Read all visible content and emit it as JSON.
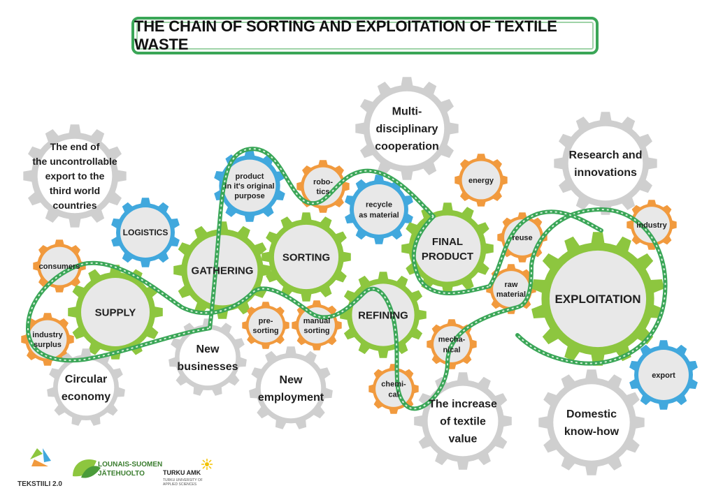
{
  "title": "THE CHAIN OF SORTING AND EXPLOITATION OF TEXTILE WASTE",
  "colors": {
    "gray": "#cfcfcf",
    "green": "#8dc63f",
    "blue": "#41a8dd",
    "orange": "#f19a3e",
    "chain": "#3aa657",
    "inner": "#e8e8e8"
  },
  "gears": [
    {
      "id": "end-export",
      "color": "gray",
      "lines": [
        "The end of",
        "the uncontrollable",
        "export to the",
        "third world",
        "countries"
      ]
    },
    {
      "id": "logistics",
      "color": "blue",
      "lines": [
        "LOGISTICS"
      ]
    },
    {
      "id": "consumers",
      "color": "orange",
      "lines": [
        "consumers"
      ]
    },
    {
      "id": "supply",
      "color": "green",
      "lines": [
        "SUPPLY"
      ]
    },
    {
      "id": "industry-surplus",
      "color": "orange",
      "lines": [
        "industry",
        "surplus"
      ]
    },
    {
      "id": "circular-economy",
      "color": "gray",
      "lines": [
        "Circular",
        "economy"
      ]
    },
    {
      "id": "gathering",
      "color": "green",
      "lines": [
        "GATHERING"
      ]
    },
    {
      "id": "product-original",
      "color": "blue",
      "lines": [
        "product",
        "in it's original",
        "purpose"
      ]
    },
    {
      "id": "robotics",
      "color": "orange",
      "lines": [
        "robo-",
        "tics"
      ]
    },
    {
      "id": "sorting",
      "color": "green",
      "lines": [
        "SORTING"
      ]
    },
    {
      "id": "recycle-material",
      "color": "blue",
      "lines": [
        "recycle",
        "as material"
      ]
    },
    {
      "id": "pre-sorting",
      "color": "orange",
      "lines": [
        "pre-",
        "sorting"
      ]
    },
    {
      "id": "manual-sorting",
      "color": "orange",
      "lines": [
        "manual",
        "sorting"
      ]
    },
    {
      "id": "new-businesses",
      "color": "gray",
      "lines": [
        "New",
        "businesses"
      ]
    },
    {
      "id": "new-employment",
      "color": "gray",
      "lines": [
        "New",
        "employment"
      ]
    },
    {
      "id": "multidisciplinary",
      "color": "gray",
      "lines": [
        "Multi-",
        "disciplinary",
        "cooperation"
      ]
    },
    {
      "id": "energy",
      "color": "orange",
      "lines": [
        "energy"
      ]
    },
    {
      "id": "final-product",
      "color": "green",
      "lines": [
        "FINAL",
        "PRODUCT"
      ]
    },
    {
      "id": "refining",
      "color": "green",
      "lines": [
        "REFINING"
      ]
    },
    {
      "id": "chemical",
      "color": "orange",
      "lines": [
        "chemi-",
        "cal"
      ]
    },
    {
      "id": "mechanical",
      "color": "orange",
      "lines": [
        "mecha-",
        "nical"
      ]
    },
    {
      "id": "textile-value",
      "color": "gray",
      "lines": [
        "The increase",
        "of textile",
        "value"
      ]
    },
    {
      "id": "reuse",
      "color": "orange",
      "lines": [
        "reuse"
      ]
    },
    {
      "id": "raw-material",
      "color": "orange",
      "lines": [
        "raw",
        "material"
      ]
    },
    {
      "id": "research",
      "color": "gray",
      "lines": [
        "Research and",
        "innovations"
      ]
    },
    {
      "id": "industry",
      "color": "orange",
      "lines": [
        "industry"
      ]
    },
    {
      "id": "exploitation",
      "color": "green",
      "lines": [
        "EXPLOITATION"
      ]
    },
    {
      "id": "export",
      "color": "blue",
      "lines": [
        "export"
      ]
    },
    {
      "id": "domestic",
      "color": "gray",
      "lines": [
        "Domestic",
        "know-how"
      ]
    }
  ],
  "logos": {
    "tekstiili": "TEKSTIILI 2.0",
    "lsj_line1": "LOUNAIS-SUOMEN",
    "lsj_line2": "JÄTEHUOLTO",
    "turku_line1": "TURKU AMK",
    "turku_line2": "TURKU UNIVERSITY OF",
    "turku_line3": "APPLIED SCIENCES"
  }
}
